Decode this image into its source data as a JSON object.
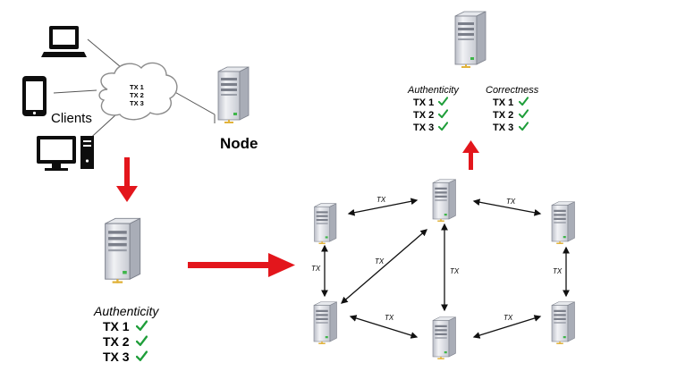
{
  "clients": {
    "label": "Clients",
    "devices": [
      "laptop-icon",
      "phone-icon",
      "desktop-icon"
    ]
  },
  "cloud": {
    "tx_lines": [
      "TX 1",
      "TX 2",
      "TX 3"
    ]
  },
  "node": {
    "label": "Node"
  },
  "validator": {
    "heading": "Authenticity",
    "items": [
      "TX 1",
      "TX 2",
      "TX 3"
    ]
  },
  "network": {
    "edge_label": "TX",
    "edges": [
      {
        "from": "node-left-top",
        "to": "node-top-center",
        "label": "TX"
      },
      {
        "from": "node-top-center",
        "to": "node-right-top",
        "label": "TX"
      },
      {
        "from": "node-left-top",
        "to": "node-left-bottom",
        "label": "TX"
      },
      {
        "from": "node-top-center",
        "to": "node-bottom-center",
        "label": "TX"
      },
      {
        "from": "node-right-top",
        "to": "node-right-bottom",
        "label": "TX"
      },
      {
        "from": "node-left-bottom",
        "to": "node-top-center",
        "label": "TX"
      },
      {
        "from": "node-left-bottom",
        "to": "node-bottom-center",
        "label": "TX"
      },
      {
        "from": "node-bottom-center",
        "to": "node-right-bottom",
        "label": "TX"
      }
    ]
  },
  "result": {
    "columns": [
      {
        "heading": "Authenticity",
        "items": [
          "TX 1",
          "TX 2",
          "TX 3"
        ]
      },
      {
        "heading": "Correctness",
        "items": [
          "TX 1",
          "TX 2",
          "TX 3"
        ]
      }
    ]
  },
  "colors": {
    "flow_arrow": "#e3161c",
    "check": "#1f9e3a",
    "server_body": "#d7d9df",
    "line": "#444444"
  }
}
